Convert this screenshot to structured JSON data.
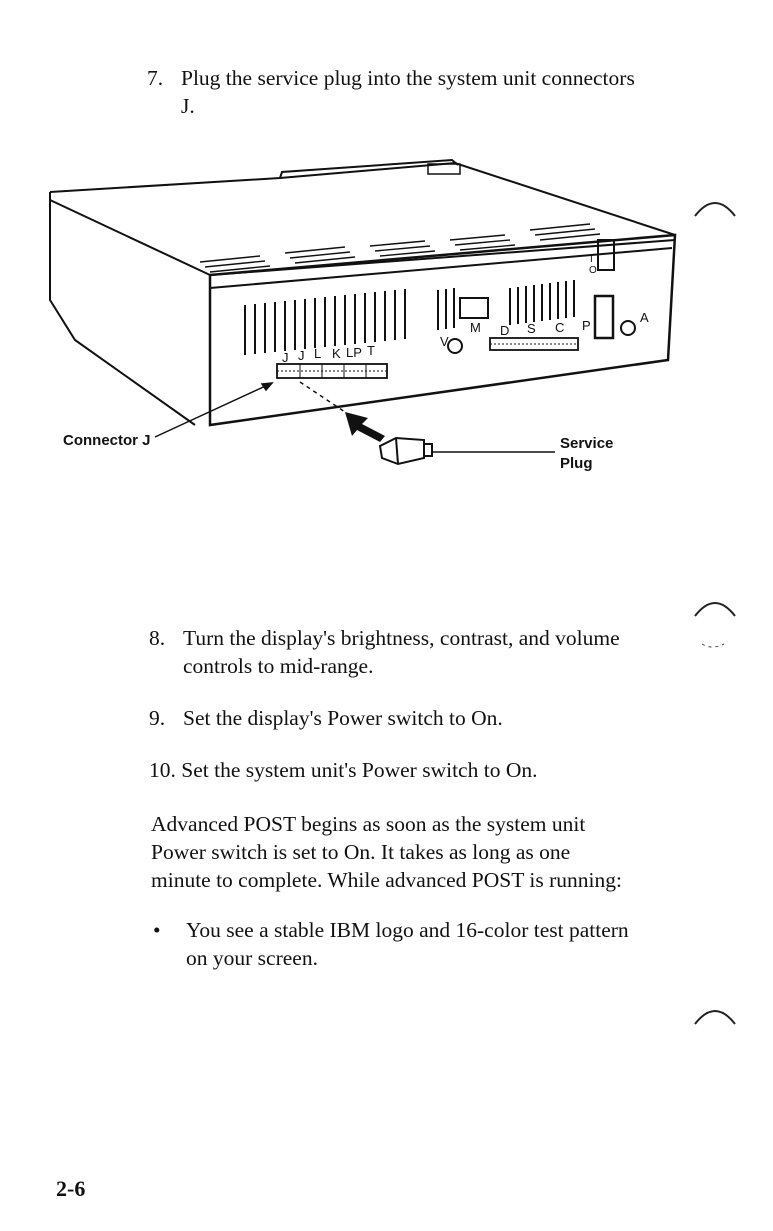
{
  "steps": {
    "s7": {
      "num": "7.",
      "line1": "Plug the service plug into the system unit connectors",
      "line2": "J."
    },
    "s8": {
      "num": "8.",
      "line1": "Turn the display's brightness, contrast, and volume",
      "line2": "controls to mid-range."
    },
    "s9": {
      "num": "9.",
      "line1": "Set the display's Power switch to On."
    },
    "s10": {
      "text": "10. Set the system unit's Power switch to On."
    }
  },
  "figure": {
    "callout_connector": "Connector J",
    "callout_plug_1": "Service",
    "callout_plug_2": "Plug",
    "labels": {
      "j1": "J",
      "j2": "J",
      "l": "L",
      "k": "K",
      "lp": "LP",
      "t": "T",
      "m": "M",
      "d": "D",
      "s": "S",
      "c": "C",
      "p": "P",
      "a": "A",
      "v": "V",
      "i": "I",
      "o": "O"
    }
  },
  "paragraph": {
    "line1": "Advanced POST begins as soon as the system unit",
    "line2": "Power switch is set to On. It takes as long as one",
    "line3": "minute to complete.  While advanced POST is running:"
  },
  "bullet": {
    "marker": "•",
    "line1": "You see a stable IBM logo and 16-color test pattern",
    "line2": "on your screen."
  },
  "page_number": "2-6"
}
